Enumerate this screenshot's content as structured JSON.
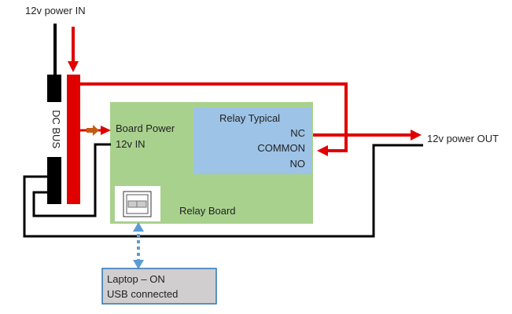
{
  "labels": {
    "power_in": "12v power IN",
    "power_out": "12v power OUT",
    "dc_bus": "DC BUS",
    "board_power_line1": "Board Power",
    "board_power_line2": "12v IN",
    "relay_typical": "Relay Typical",
    "nc": "NC",
    "common": "COMMON",
    "no": "NO",
    "relay_board": "Relay Board",
    "laptop_line1": "Laptop – ON",
    "laptop_line2": "USB connected"
  },
  "colors": {
    "positive_wire": "#e00000",
    "negative_wire": "#000000",
    "relay_board_fill": "#a9d18e",
    "relay_typical_fill": "#9dc3e6",
    "laptop_fill": "#d0cece",
    "laptop_border": "#2e75b6",
    "usb_link": "#5b9bd5",
    "board_feed_arrow": "#c55a11"
  },
  "icons": {
    "usb_port": "usb-b-port-icon"
  }
}
